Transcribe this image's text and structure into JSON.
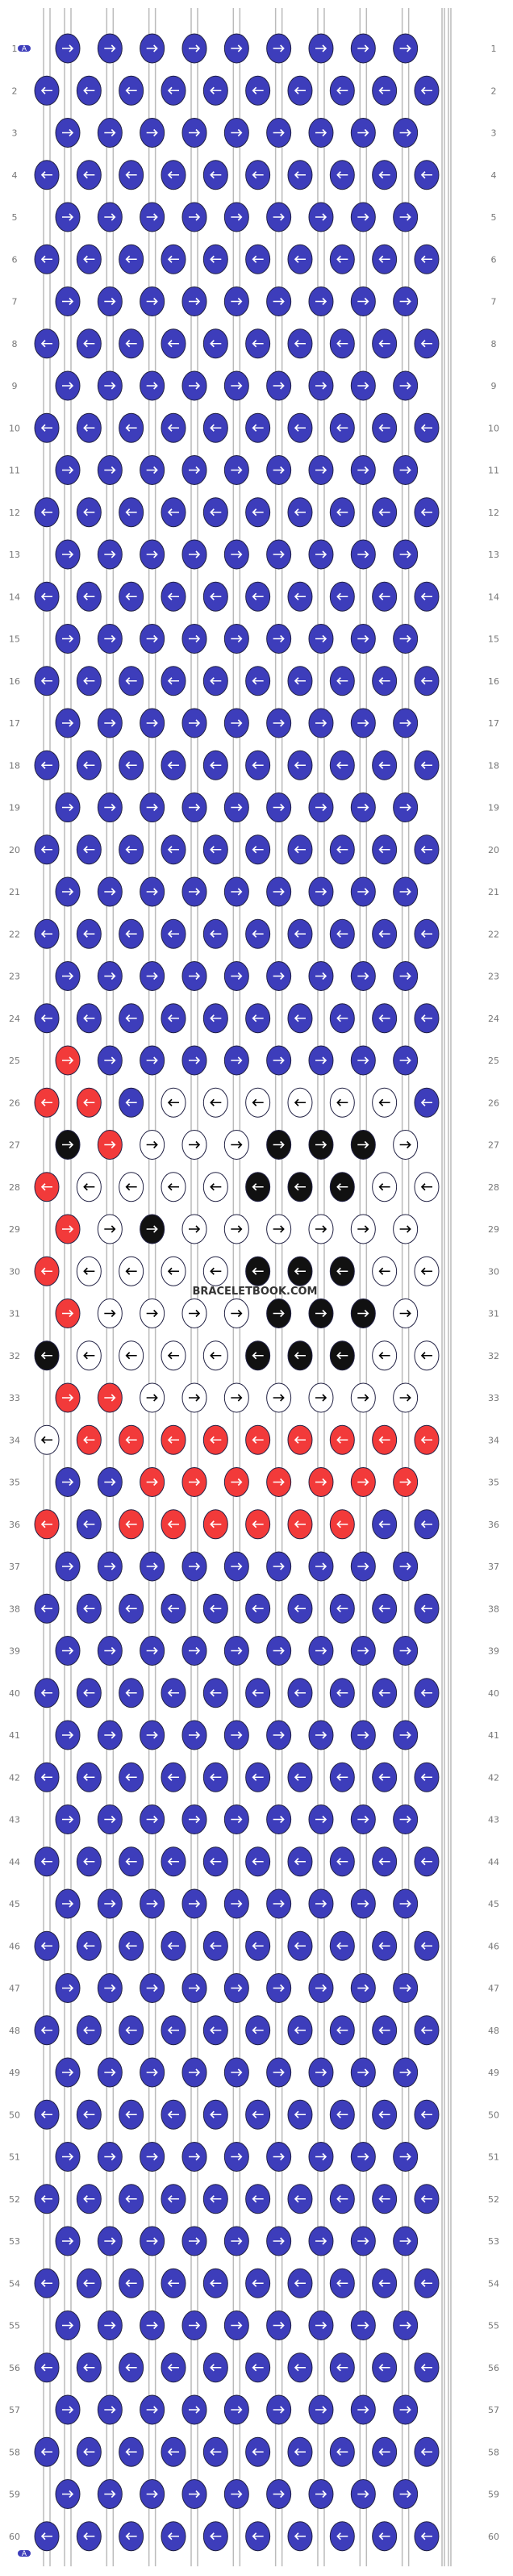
{
  "pattern": {
    "watermark": "BRACELETBOOK.COM",
    "start_label": "A",
    "row_labels": [
      "1",
      "2",
      "3",
      "4",
      "5",
      "6",
      "7",
      "8",
      "9",
      "10",
      "11",
      "12",
      "13",
      "14",
      "15",
      "16",
      "17",
      "18",
      "19",
      "20",
      "21",
      "22",
      "23",
      "24",
      "25",
      "26",
      "27",
      "28",
      "29",
      "30",
      "31",
      "32",
      "33",
      "34",
      "35",
      "36",
      "37",
      "38",
      "39",
      "40",
      "41",
      "42",
      "43",
      "44",
      "45",
      "46",
      "47",
      "48",
      "49",
      "50",
      "51",
      "52",
      "53",
      "54",
      "55",
      "56",
      "57",
      "58",
      "59",
      "60"
    ],
    "colors": {
      "A": "#3d3dbb",
      "B": "#f23a3a",
      "C": "#111111",
      "D": "#ffffff"
    },
    "motif_rows": [
      [
        "B",
        "A",
        "A",
        "A",
        "A",
        "A",
        "A",
        "A",
        "A",
        "A"
      ],
      [
        "B",
        "B",
        "A",
        "D",
        "D",
        "D",
        "D",
        "D",
        "D",
        "A"
      ],
      [
        "C",
        "B",
        "D",
        "D",
        "D",
        "C",
        "C",
        "C",
        "D",
        "D"
      ],
      [
        "B",
        "D",
        "D",
        "D",
        "D",
        "C",
        "C",
        "C",
        "D",
        "D"
      ],
      [
        "B",
        "D",
        "C",
        "D",
        "D",
        "D",
        "D",
        "D",
        "D",
        "D"
      ],
      [
        "B",
        "D",
        "D",
        "D",
        "D",
        "C",
        "C",
        "C",
        "D",
        "D"
      ],
      [
        "B",
        "D",
        "D",
        "D",
        "D",
        "C",
        "C",
        "C",
        "D",
        "D"
      ],
      [
        "C",
        "D",
        "D",
        "D",
        "D",
        "C",
        "C",
        "C",
        "D",
        "D"
      ],
      [
        "B",
        "B",
        "D",
        "D",
        "D",
        "D",
        "D",
        "D",
        "D",
        "B"
      ],
      [
        "D",
        "B",
        "B",
        "B",
        "B",
        "B",
        "B",
        "B",
        "B",
        "B"
      ],
      [
        "A",
        "A",
        "B",
        "B",
        "B",
        "B",
        "B",
        "B",
        "B",
        "A"
      ],
      [
        "B",
        "A",
        "B",
        "B",
        "B",
        "B",
        "B",
        "B",
        "A",
        "A"
      ]
    ]
  }
}
